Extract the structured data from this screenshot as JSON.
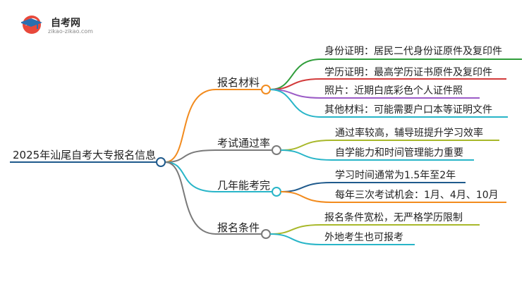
{
  "site": {
    "logo_name": "自考网",
    "logo_url": "zikao-zikao.com"
  },
  "root": {
    "label": "2025年汕尾自考大专报名信息",
    "color": "#1f5a8c"
  },
  "branches": [
    {
      "label": "报名材料",
      "color": "#f28b1e",
      "leaves": [
        {
          "label": "身份证明：居民二代身份证原件及复印件",
          "color": "#2f9d3a"
        },
        {
          "label": "学历证明：最高学历证书原件及复印件",
          "color": "#d23a3a"
        },
        {
          "label": "照片：近期白底彩色个人证件照",
          "color": "#9b5cc6"
        },
        {
          "label": "其他材料：可能需要户口本等证明文件",
          "color": "#28b5c8"
        }
      ]
    },
    {
      "label": "考试通过率",
      "color": "#7a7a7a",
      "leaves": [
        {
          "label": "通过率较高，辅导班提升学习效率",
          "color": "#a8b82a"
        },
        {
          "label": "自学能力和时间管理能力重要",
          "color": "#28b5c8"
        }
      ]
    },
    {
      "label": "几年能考完",
      "color": "#28b5c8",
      "leaves": [
        {
          "label": "学习时间通常为1.5年至2年",
          "color": "#1f5a8c"
        },
        {
          "label": "每年三次考试机会：1月、4月、10月",
          "color": "#f28b1e"
        }
      ]
    },
    {
      "label": "报名条件",
      "color": "#7a7a7a",
      "leaves": [
        {
          "label": "报名条件宽松，无严格学历限制",
          "color": "#a8b82a"
        },
        {
          "label": "外地考生也可报考",
          "color": "#28b5c8"
        }
      ]
    }
  ]
}
